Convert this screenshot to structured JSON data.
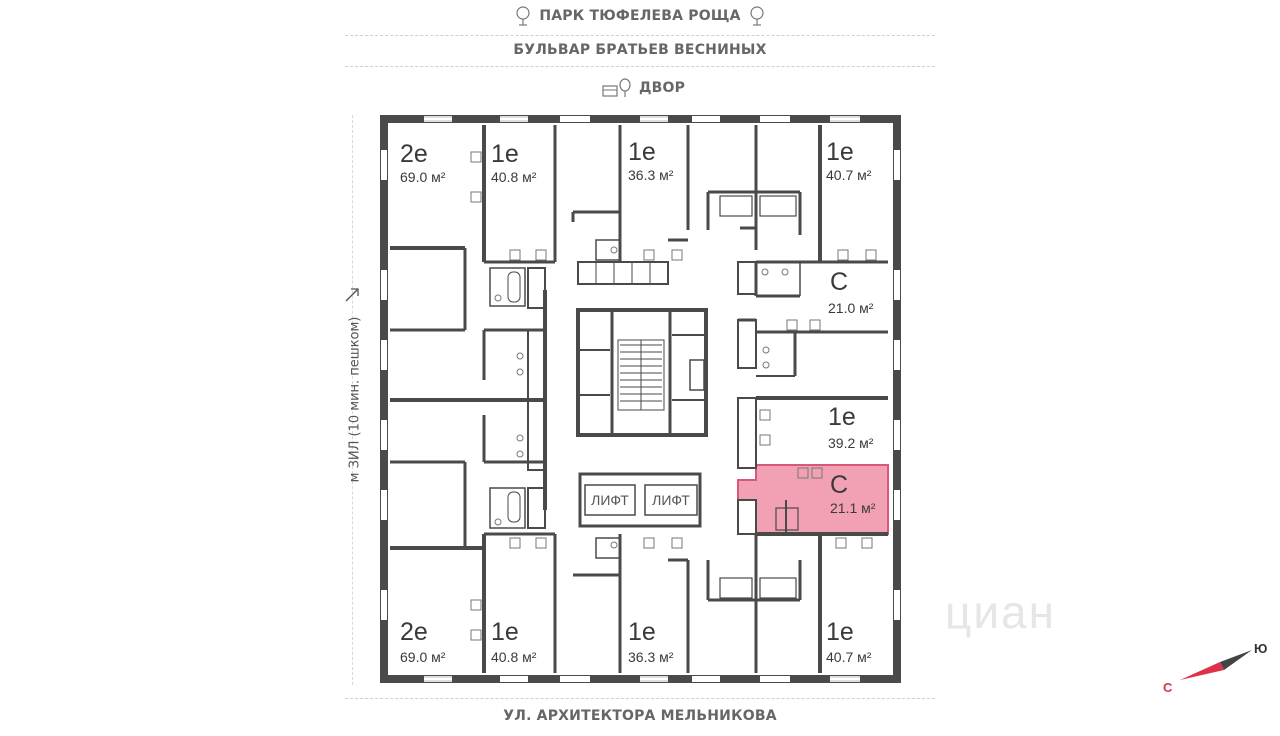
{
  "streets": {
    "top_park": "ПАРК ТЮФЕЛЕВА РОЩА",
    "boulevard": "БУЛЬВАР БРАТЬЕВ ВЕСНИНЫХ",
    "yard": "ДВОР",
    "bottom": "УЛ. АРХИТЕКТОРА МЕЛЬНИКОВА",
    "side": "м ЗИЛ (10 мин. пешком)"
  },
  "colors": {
    "highlight": "#f2a1b4",
    "highlight_stroke": "#d9587a",
    "wall": "#4a4a4a"
  },
  "units": [
    {
      "id": "u1",
      "type": "2е",
      "area": "69.0 м²",
      "highlighted": false
    },
    {
      "id": "u2",
      "type": "1е",
      "area": "40.8 м²",
      "highlighted": false
    },
    {
      "id": "u3",
      "type": "1е",
      "area": "36.3 м²",
      "highlighted": false
    },
    {
      "id": "u4",
      "type": "1е",
      "area": "40.7 м²",
      "highlighted": false
    },
    {
      "id": "u5",
      "type": "С",
      "area": "21.0 м²",
      "highlighted": false
    },
    {
      "id": "u6",
      "type": "1е",
      "area": "39.2 м²",
      "highlighted": false
    },
    {
      "id": "u7",
      "type": "С",
      "area": "21.1 м²",
      "highlighted": true
    },
    {
      "id": "u8",
      "type": "2е",
      "area": "69.0 м²",
      "highlighted": false
    },
    {
      "id": "u9",
      "type": "1е",
      "area": "40.8 м²",
      "highlighted": false
    },
    {
      "id": "u10",
      "type": "1е",
      "area": "36.3 м²",
      "highlighted": false
    },
    {
      "id": "u11",
      "type": "1е",
      "area": "40.7 м²",
      "highlighted": false
    }
  ],
  "lifts": [
    "ЛИФТ",
    "ЛИФТ"
  ],
  "compass": {
    "south": "С",
    "north": "Ю"
  },
  "watermark": "циан",
  "icons": [
    "tree-icon",
    "yard-icon",
    "arrow-icon",
    "compass-icon",
    "bath-icon",
    "stove-icon",
    "fridge-icon"
  ]
}
